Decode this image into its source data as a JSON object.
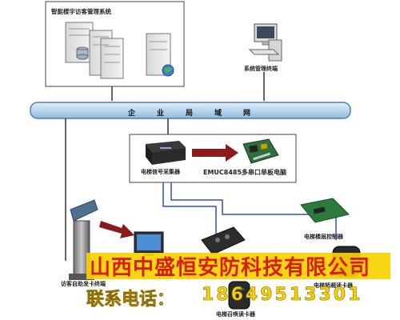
{
  "system_title": "智能楼宇访客管理系统",
  "admin_terminal_label": "系统管理终端",
  "network": {
    "chars": [
      "企",
      "业",
      "局",
      "域",
      "网"
    ]
  },
  "collector_label": "电梯信号采集器",
  "board_label": "EMUC8485多串口单板电脑",
  "floor_controller_label": "电梯楼层控制器",
  "kiosk_label": "访客自助发卡终端",
  "car_reader_label": "电梯轿厢读卡器",
  "call_reader_label": "电梯召唤读卡器",
  "banner": {
    "company": "山西中盛恒安防科技有限公司",
    "phone_label": "联系电话：",
    "phone": "18649513301"
  },
  "colors": {
    "network_bar": "#b9d6ec",
    "network_edge": "#4a7fb0",
    "link_blue": "#2a4fd0",
    "arrow_red": "#8b1a1a",
    "company_text": "#d81e06",
    "banner_yellow": "#f7d200"
  }
}
